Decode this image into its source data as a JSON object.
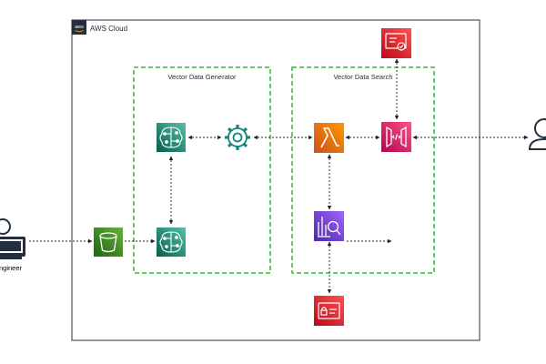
{
  "cloud": {
    "label": "AWS Cloud",
    "logo_text": "aws"
  },
  "groups": {
    "generator": {
      "label": "Vector Data Generator"
    },
    "search": {
      "label": "Vector Data Search"
    }
  },
  "actors": {
    "engineer": {
      "label": "Engineer",
      "icon": "engineer-at-computer-icon"
    },
    "end_user": {
      "icon": "user-icon"
    }
  },
  "services": [
    {
      "id": "s3-bucket",
      "icon": "bucket-icon",
      "color": "#3F8624"
    },
    {
      "id": "ml-model-top",
      "icon": "brain-circuit-icon",
      "color": "#16857A"
    },
    {
      "id": "ml-model-bottom",
      "icon": "brain-circuit-icon",
      "color": "#16857A"
    },
    {
      "id": "processing-gear",
      "icon": "gear-icon",
      "color": "#16857A"
    },
    {
      "id": "lambda",
      "icon": "lambda-icon",
      "color": "#E7761B"
    },
    {
      "id": "api-gateway",
      "icon": "api-gateway-icon",
      "color": "#D6246E"
    },
    {
      "id": "certificate",
      "icon": "certificate-icon",
      "color": "#D6242D"
    },
    {
      "id": "search-service",
      "icon": "search-analytics-icon",
      "color": "#7D3FD1"
    },
    {
      "id": "secrets",
      "icon": "secret-card-icon",
      "color": "#D6242D"
    }
  ],
  "colors": {
    "group_border": "#2DBB2D",
    "cloud_border": "#232F3E",
    "connector": "#222222",
    "label_text": "#232F3E"
  }
}
